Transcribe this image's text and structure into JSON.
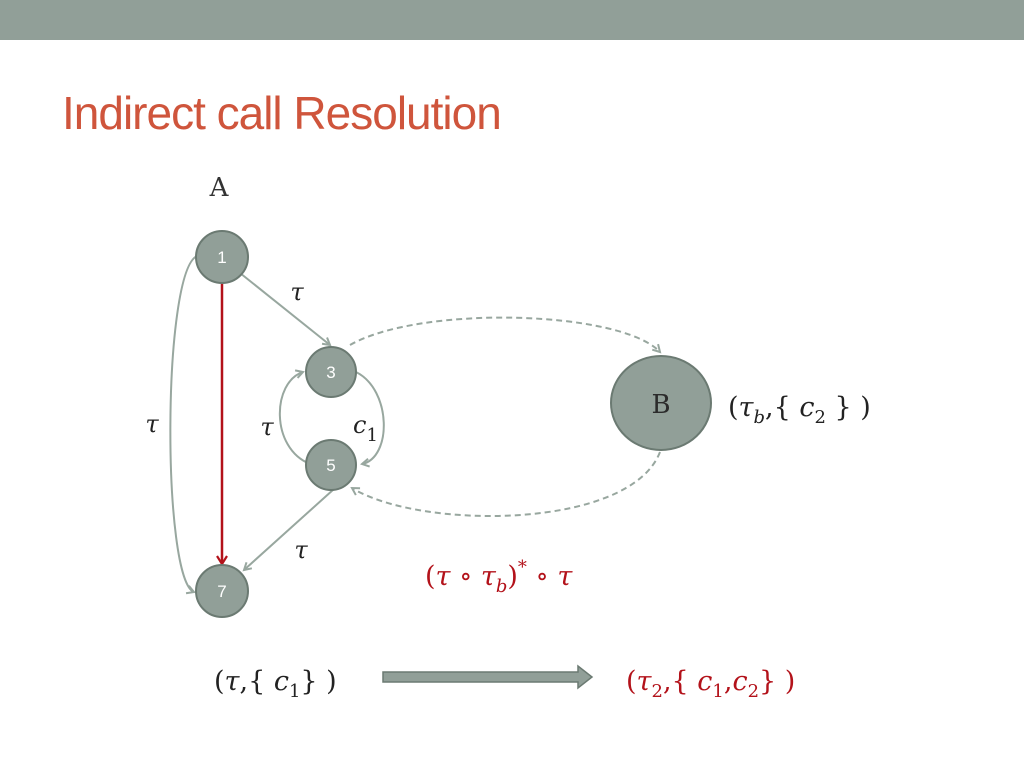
{
  "slide": {
    "title": "Indirect call Resolution"
  },
  "graph": {
    "procedure_a_label": "A",
    "procedure_b_label": "B",
    "nodes": {
      "n1": "1",
      "n3": "3",
      "n5": "5",
      "n7": "7"
    },
    "edges": {
      "e1_3": "τ",
      "e1_7_outer": "τ",
      "e5_3": "τ",
      "e3_5": "c",
      "e3_5_sub": "1",
      "e5_7": "τ"
    }
  },
  "annotations": {
    "b_summary": {
      "open": "(",
      "tau": "τ",
      "tau_sub": "b",
      "mid": ",{ ",
      "c": "c",
      "c_sub": "2",
      "close": " } )"
    },
    "path_expression": {
      "open": "(",
      "tau1": "τ",
      "compose1": " ∘ ",
      "tau2": "τ",
      "tau2_sub": "b",
      "close_paren": ")",
      "star": "*",
      "compose2": " ∘ ",
      "tau3": "τ"
    },
    "initial_summary": {
      "open": "(",
      "tau": "τ",
      "mid": ",{ ",
      "c": "c",
      "c_sub": "1",
      "close": "} )"
    },
    "result_summary": {
      "open": "(",
      "tau": "τ",
      "tau_sub": "2",
      "mid": ",{ ",
      "c1": "c",
      "c1_sub": "1",
      "comma": ",",
      "c2": "c",
      "c2_sub": "2",
      "close": "} )"
    }
  },
  "colors": {
    "title": "#cf553c",
    "top_bar": "#919f98",
    "node_fill": "#919f98",
    "node_stroke": "#6b7a72",
    "edge": "#98a79f",
    "highlight_edge": "#b3121a",
    "highlight_text": "#b3121a"
  }
}
